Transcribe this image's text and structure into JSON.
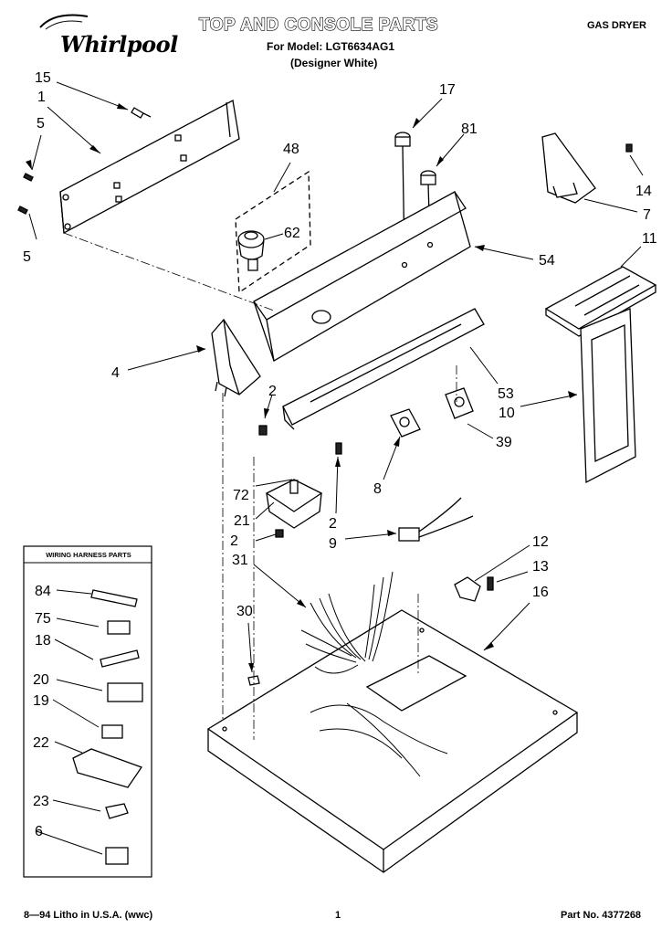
{
  "header": {
    "brand": "Whirlpool",
    "title": "TOP AND CONSOLE PARTS",
    "model_line": "For Model: LGT6634AG1",
    "color_line": "(Designer White)",
    "product_type": "GAS DRYER"
  },
  "harness_box": {
    "title": "WIRING HARNESS PARTS"
  },
  "callouts": {
    "c15": "15",
    "c1": "1",
    "c5a": "5",
    "c5b": "5",
    "c48": "48",
    "c62": "62",
    "c17": "17",
    "c81": "81",
    "c54": "54",
    "c14": "14",
    "c7": "7",
    "c11": "11",
    "c4": "4",
    "c53": "53",
    "c10": "10",
    "c2a": "2",
    "c39": "39",
    "c8": "8",
    "c72": "72",
    "c21": "21",
    "c2b": "2",
    "c2c": "2",
    "c9": "9",
    "c31": "31",
    "c12": "12",
    "c13": "13",
    "c16": "16",
    "c30": "30",
    "c84": "84",
    "c75": "75",
    "c18": "18",
    "c20": "20",
    "c19": "19",
    "c22": "22",
    "c23": "23",
    "c6": "6"
  },
  "footer": {
    "litho": "8—94 Litho in U.S.A. (wwc)",
    "page": "1",
    "part_no": "Part No. 4377268"
  }
}
